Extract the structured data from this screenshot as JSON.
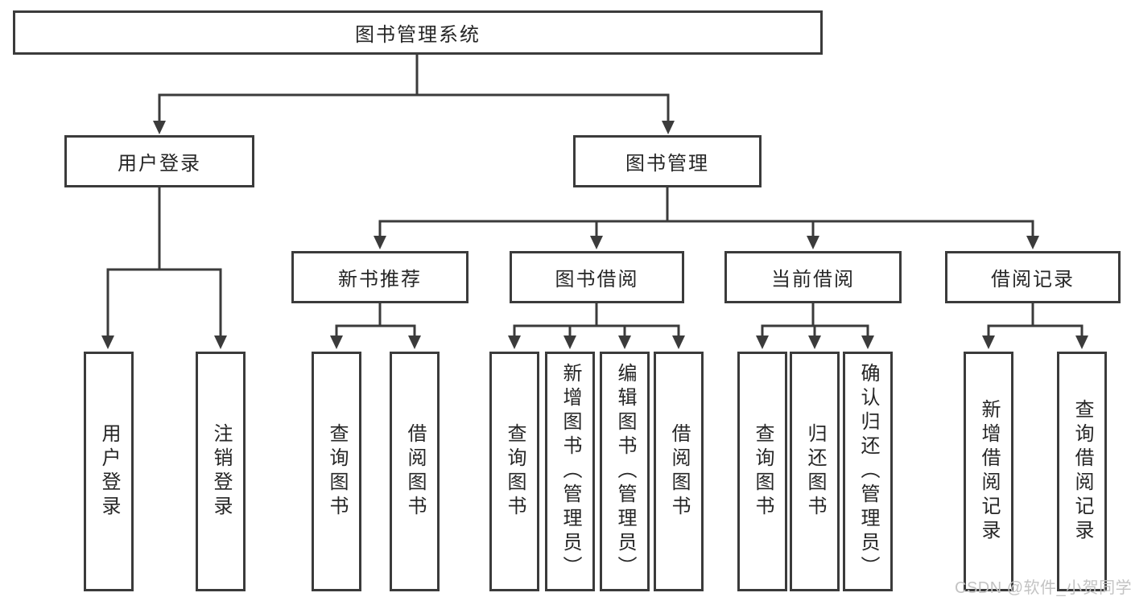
{
  "diagram": {
    "root": {
      "label": "图书管理系统"
    },
    "branches": [
      {
        "label": "用户登录",
        "children": [
          {
            "label": "用户登录"
          },
          {
            "label": "注销登录"
          }
        ]
      },
      {
        "label": "图书管理",
        "children": [
          {
            "label": "新书推荐",
            "children": [
              {
                "label": "查询图书"
              },
              {
                "label": "借阅图书"
              }
            ]
          },
          {
            "label": "图书借阅",
            "children": [
              {
                "label": "查询图书"
              },
              {
                "label": "新增图书（管理员）"
              },
              {
                "label": "编辑图书（管理员）"
              },
              {
                "label": "借阅图书"
              }
            ]
          },
          {
            "label": "当前借阅",
            "children": [
              {
                "label": "查询图书"
              },
              {
                "label": "归还图书"
              },
              {
                "label": "确认归还（管理员）"
              }
            ]
          },
          {
            "label": "借阅记录",
            "children": [
              {
                "label": "新增借阅记录"
              },
              {
                "label": "查询借阅记录"
              }
            ]
          }
        ]
      }
    ],
    "watermark": "CSDN @软件_小贺同学"
  },
  "colors": {
    "line": "#3b3b3b",
    "text": "#262626",
    "background": "#ffffff",
    "watermark": "#c3c3c3"
  }
}
